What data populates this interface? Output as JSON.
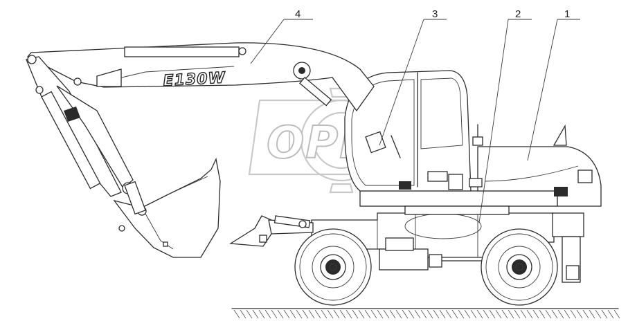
{
  "boom_model_label": "E130W",
  "watermark_text": "OPEX",
  "callouts": [
    "1",
    "2",
    "3",
    "4"
  ],
  "colors": {
    "line": "#2b2b2b",
    "watermark": "#c9c9c9",
    "background": "#ffffff"
  }
}
